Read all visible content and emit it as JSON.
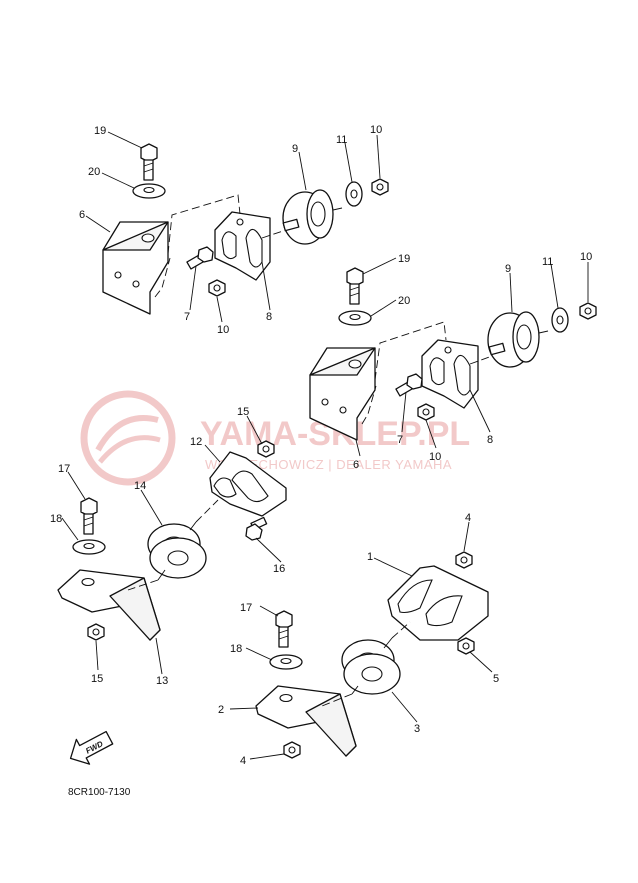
{
  "watermark": {
    "title": "YAMA-SKLEP.PL",
    "subtitle": "WOJCIECHOWICZ | DEALER YAMAHA"
  },
  "callouts": [
    {
      "id": "c19a",
      "text": "19"
    },
    {
      "id": "c20a",
      "text": "20"
    },
    {
      "id": "c6a",
      "text": "6"
    },
    {
      "id": "c9a",
      "text": "9"
    },
    {
      "id": "c11a",
      "text": "11"
    },
    {
      "id": "c10a",
      "text": "10"
    },
    {
      "id": "c7a",
      "text": "7"
    },
    {
      "id": "c10b",
      "text": "10"
    },
    {
      "id": "c8a",
      "text": "8"
    },
    {
      "id": "c19b",
      "text": "19"
    },
    {
      "id": "c20b",
      "text": "20"
    },
    {
      "id": "c9b",
      "text": "9"
    },
    {
      "id": "c11b",
      "text": "11"
    },
    {
      "id": "c10c",
      "text": "10"
    },
    {
      "id": "c7b",
      "text": "7"
    },
    {
      "id": "c10d",
      "text": "10"
    },
    {
      "id": "c8b",
      "text": "8"
    },
    {
      "id": "c6b",
      "text": "6"
    },
    {
      "id": "c15a",
      "text": "15"
    },
    {
      "id": "c12",
      "text": "12"
    },
    {
      "id": "c17a",
      "text": "17"
    },
    {
      "id": "c14",
      "text": "14"
    },
    {
      "id": "c18a",
      "text": "18"
    },
    {
      "id": "c16",
      "text": "16"
    },
    {
      "id": "c15b",
      "text": "15"
    },
    {
      "id": "c13",
      "text": "13"
    },
    {
      "id": "c4a",
      "text": "4"
    },
    {
      "id": "c1",
      "text": "1"
    },
    {
      "id": "c17b",
      "text": "17"
    },
    {
      "id": "c18b",
      "text": "18"
    },
    {
      "id": "c5",
      "text": "5"
    },
    {
      "id": "c2",
      "text": "2"
    },
    {
      "id": "c3",
      "text": "3"
    },
    {
      "id": "c4b",
      "text": "4"
    }
  ],
  "fwd_label": "FWD",
  "diagram_code": "8CR100-7130"
}
